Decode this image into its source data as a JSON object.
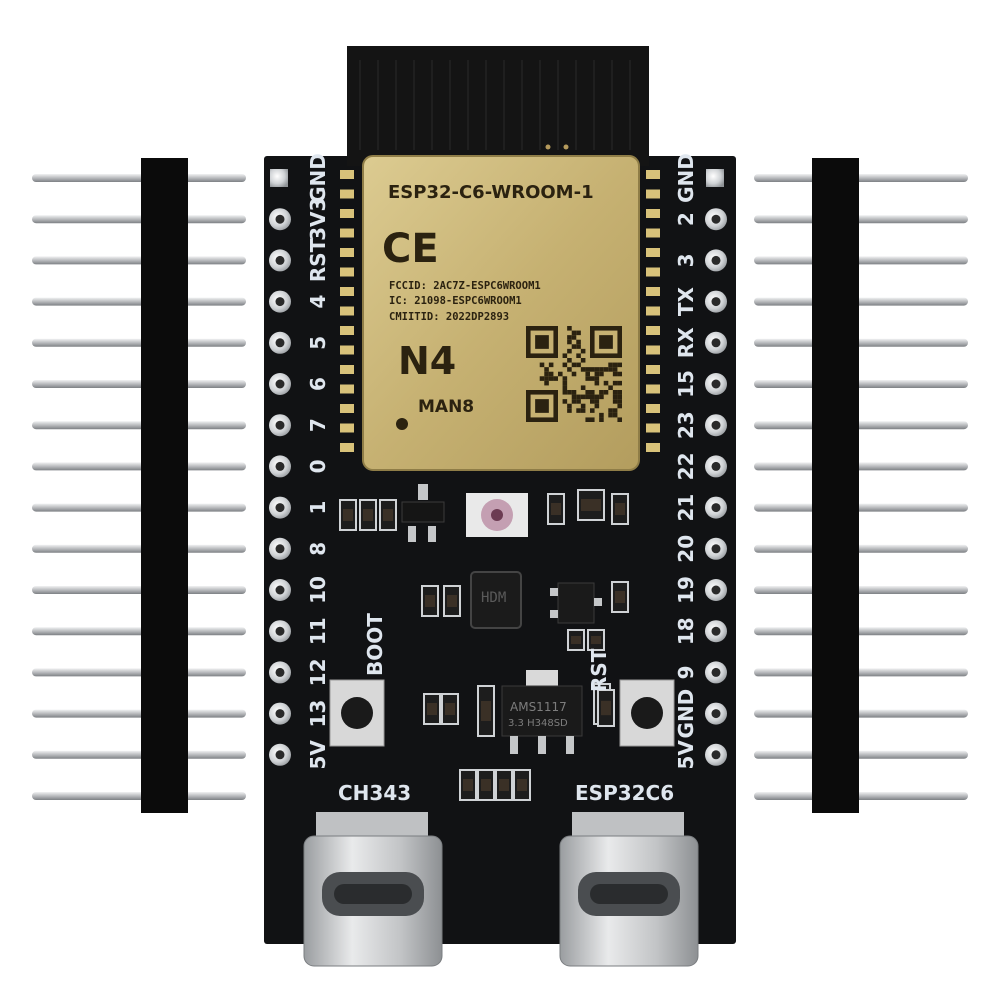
{
  "module": {
    "name": "ESP32-C6-WROOM-1",
    "fccid": "FCCID: 2AC7Z-ESPC6WROOM1",
    "ic": "IC: 21098-ESPC6WROOM1",
    "cmiit": "CMIITID: 2022DP2893",
    "ce_mark": "CE",
    "variant": "N4",
    "man": "MAN8"
  },
  "regulator": {
    "line1": "AMS1117",
    "line2": "3.3 H348SD"
  },
  "left_pins": [
    "GND",
    "3V3",
    "RST",
    "4",
    "5",
    "6",
    "7",
    "0",
    "1",
    "8",
    "10",
    "11",
    "12",
    "13",
    "5V"
  ],
  "right_pins": [
    "GND",
    "2",
    "3",
    "TX",
    "RX",
    "15",
    "23",
    "22",
    "21",
    "20",
    "19",
    "18",
    "9",
    "GND",
    "5V"
  ],
  "buttons": {
    "left_label": "BOOT",
    "right_label": "RST"
  },
  "usb_ports": {
    "left_label": "CH343",
    "right_label": "ESP32C6"
  },
  "colors": {
    "pcb": "#111214",
    "silkscreen": "#e8edf2",
    "module_shield": "#c9b47a",
    "gold_pad": "#d8c27a",
    "header_plastic": "#0b0b0b",
    "pin_metal": "#c8cacc"
  }
}
